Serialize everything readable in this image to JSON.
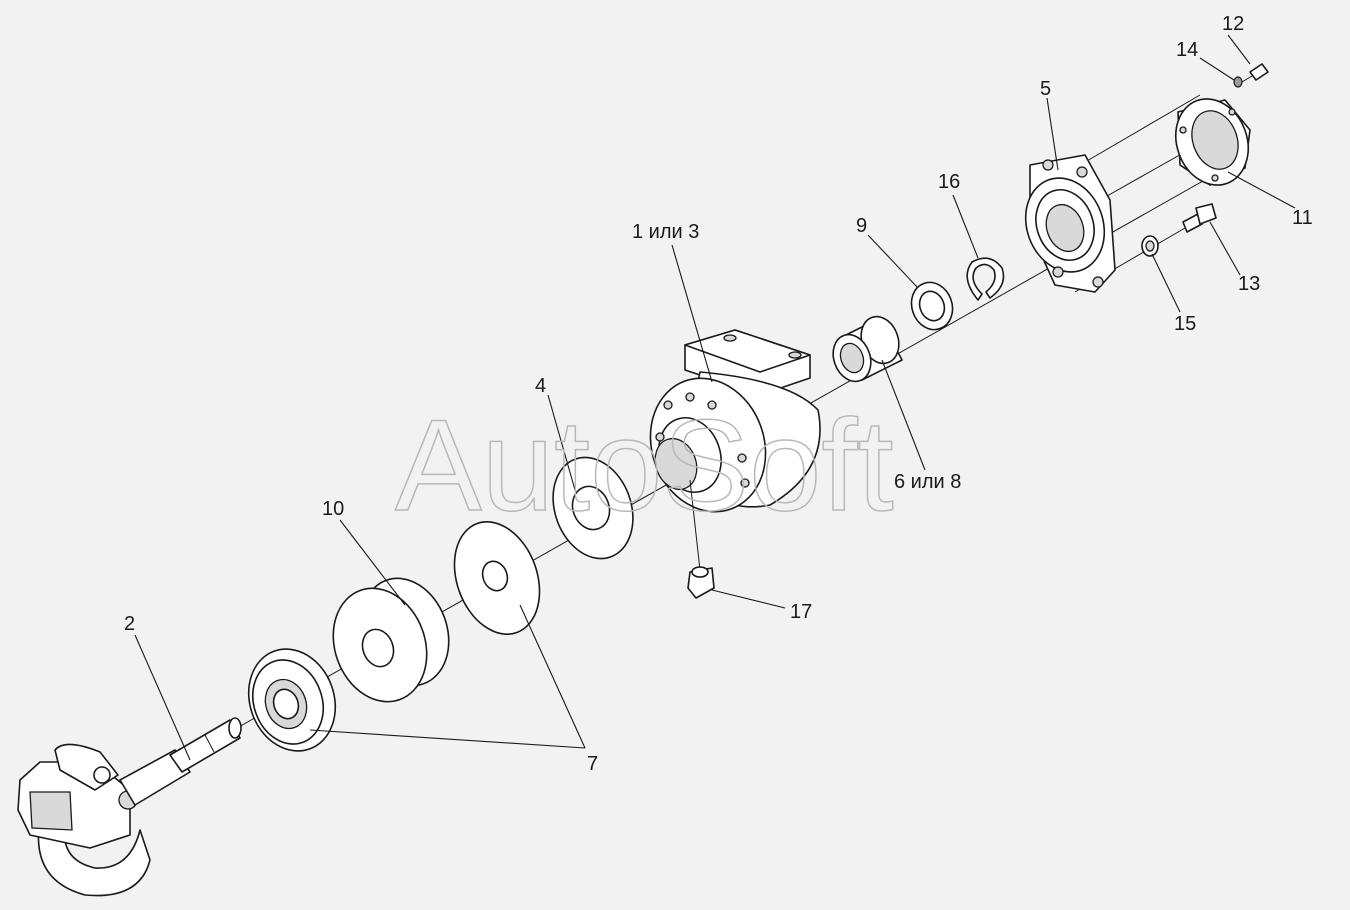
{
  "watermark": "AutoSoft",
  "callouts": {
    "c1": "1 или 3",
    "c2": "2",
    "c4": "4",
    "c5": "5",
    "c6": "6 или 8",
    "c7": "7",
    "c9": "9",
    "c10": "10",
    "c11": "11",
    "c12": "12",
    "c13": "13",
    "c14": "14",
    "c15": "15",
    "c16": "16",
    "c17": "17"
  }
}
